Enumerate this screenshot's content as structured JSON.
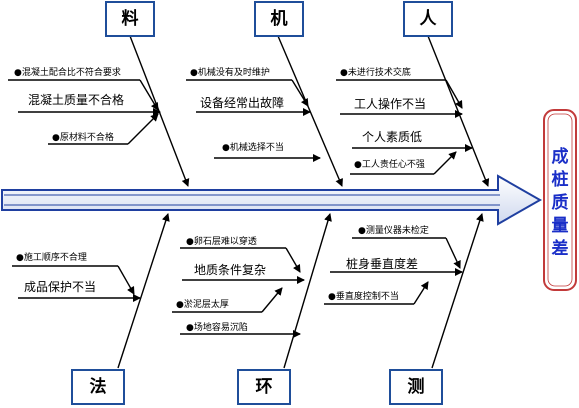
{
  "effect": {
    "chars": [
      "成",
      "桩",
      "质",
      "量",
      "差"
    ]
  },
  "categories": {
    "material": "料",
    "machine": "机",
    "people": "人",
    "method": "法",
    "environment": "环",
    "measurement": "测"
  },
  "causes": {
    "material_1": "●混凝土配合比不符合要求",
    "material_2": "混凝土质量不合格",
    "material_3": "●原材料不合格",
    "machine_1": "●机械没有及时维护",
    "machine_2": "设备经常出故障",
    "machine_3": "●机械选择不当",
    "people_1": "●未进行技术交底",
    "people_2": "工人操作不当",
    "people_3": "个人素质低",
    "people_4": "●工人责任心不强",
    "method_1": "●施工顺序不合理",
    "method_2": "成品保护不当",
    "env_1": "●卵石层难以穿透",
    "env_2": "地质条件复杂",
    "env_3": "●淤泥层太厚",
    "env_4": "●场地容易沉陷",
    "measure_1": "●测量仪器未检定",
    "measure_2": "桩身垂直度差",
    "measure_3": "●垂直度控制不当"
  }
}
